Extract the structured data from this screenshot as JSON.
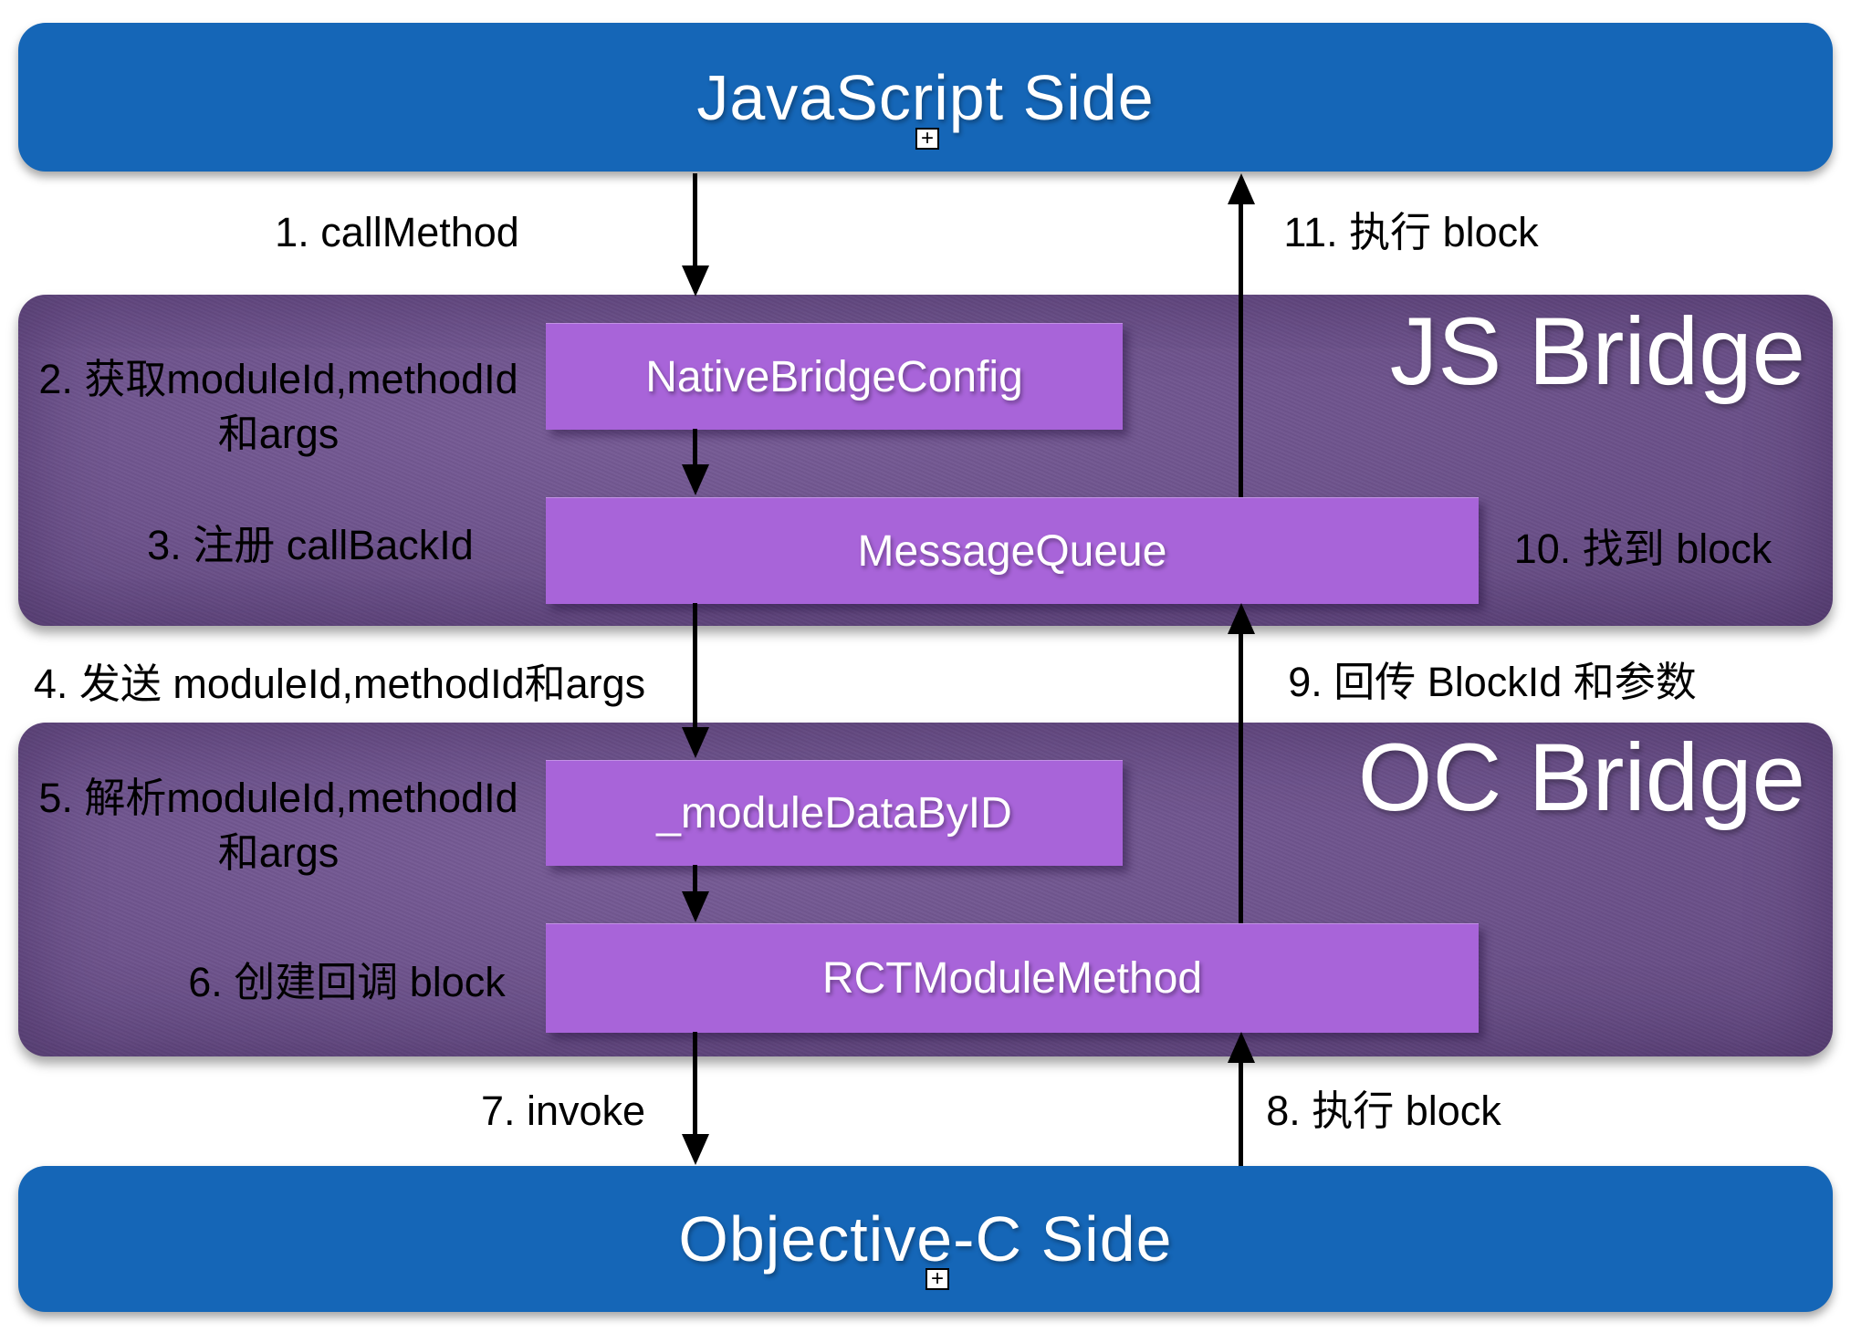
{
  "diagram": {
    "endpoints": {
      "top_title": "JavaScript Side",
      "bottom_title": "Objective-C Side"
    },
    "sections": {
      "js_bridge": {
        "title": "JS Bridge",
        "nodes": {
          "native_bridge_config": "NativeBridgeConfig",
          "message_queue": "MessageQueue"
        }
      },
      "oc_bridge": {
        "title": "OC Bridge",
        "nodes": {
          "module_data_by_id": "_moduleDataByID",
          "rct_module_method": "RCTModuleMethod"
        }
      }
    },
    "steps": {
      "s1": "1. callMethod",
      "s2": {
        "line1": "2. 获取moduleId,methodId",
        "line2": "和args"
      },
      "s3": "3. 注册 callBackId",
      "s4": "4. 发送 moduleId,methodId和args",
      "s5": {
        "line1": "5. 解析moduleId,methodId",
        "line2": "和args"
      },
      "s6": "6. 创建回调 block",
      "s7": "7. invoke",
      "s8": "8. 执行 block",
      "s9": "9. 回传 BlockId 和参数",
      "s10": "10. 找到 block",
      "s11": "11. 执行 block"
    },
    "icons": {
      "plus_handle": "+"
    },
    "colors": {
      "endpoint_blue": "#1566b7",
      "bridge_purple": "#6f5290",
      "node_purple": "#a864d9",
      "arrow_black": "#000000",
      "text_white": "#ffffff",
      "label_black": "#000000"
    }
  }
}
